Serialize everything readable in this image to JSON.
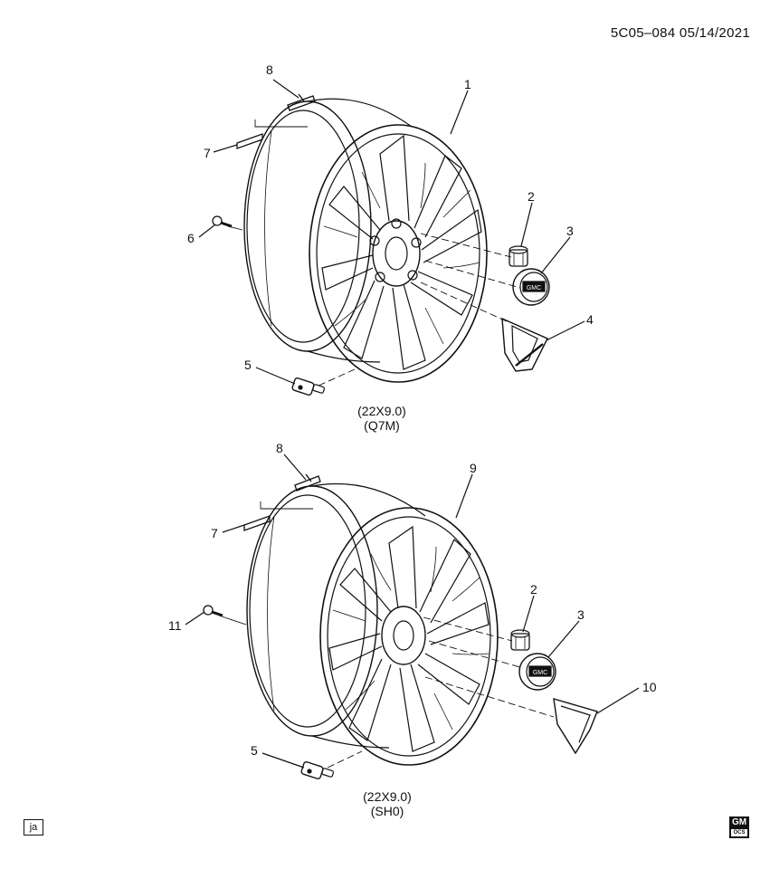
{
  "header": {
    "code": "5C05–084  05/14/2021"
  },
  "wheel_top": {
    "caption_size": "(22X9.0)",
    "caption_code": "(Q7M)",
    "callouts": [
      {
        "num": "1"
      },
      {
        "num": "2"
      },
      {
        "num": "3"
      },
      {
        "num": "4"
      },
      {
        "num": "5"
      },
      {
        "num": "6"
      },
      {
        "num": "7"
      },
      {
        "num": "8"
      }
    ],
    "center_cap_text": "GMC"
  },
  "wheel_bottom": {
    "caption_size": "(22X9.0)",
    "caption_code": "(SH0)",
    "callouts": [
      {
        "num": "9"
      },
      {
        "num": "2"
      },
      {
        "num": "3"
      },
      {
        "num": "10"
      },
      {
        "num": "5"
      },
      {
        "num": "11"
      },
      {
        "num": "7"
      },
      {
        "num": "8"
      }
    ],
    "center_cap_text": "GMC"
  },
  "footer": {
    "badge": "ja",
    "logo": "GM",
    "logo_sub": "OCS"
  }
}
